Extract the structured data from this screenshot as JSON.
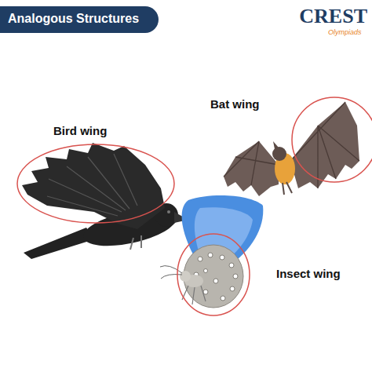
{
  "diagram": {
    "title": "Analogous Structures",
    "labels": [
      "Bird wing",
      "Bat wing",
      "Insect wing",
      "CREST",
      "Olympiads"
    ]
  }
}
